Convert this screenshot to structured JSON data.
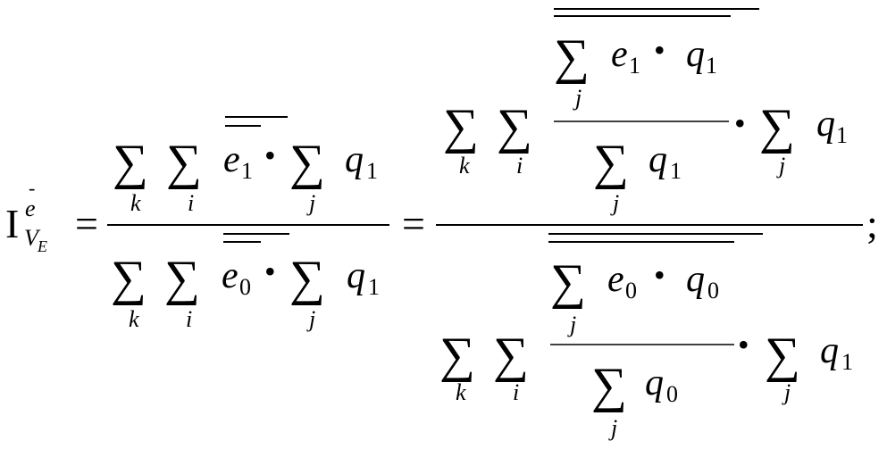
{
  "symbols": {
    "index": "I",
    "sup": "e",
    "sup_bar": "-",
    "sub_main": "V",
    "sub_sub": "E",
    "equals": "=",
    "sum": "∑",
    "dot": "•",
    "semicolon": ";",
    "limit_k": "k",
    "limit_i": "i",
    "limit_j": "j",
    "e": "e",
    "q": "q",
    "one": "1",
    "zero": "0"
  }
}
